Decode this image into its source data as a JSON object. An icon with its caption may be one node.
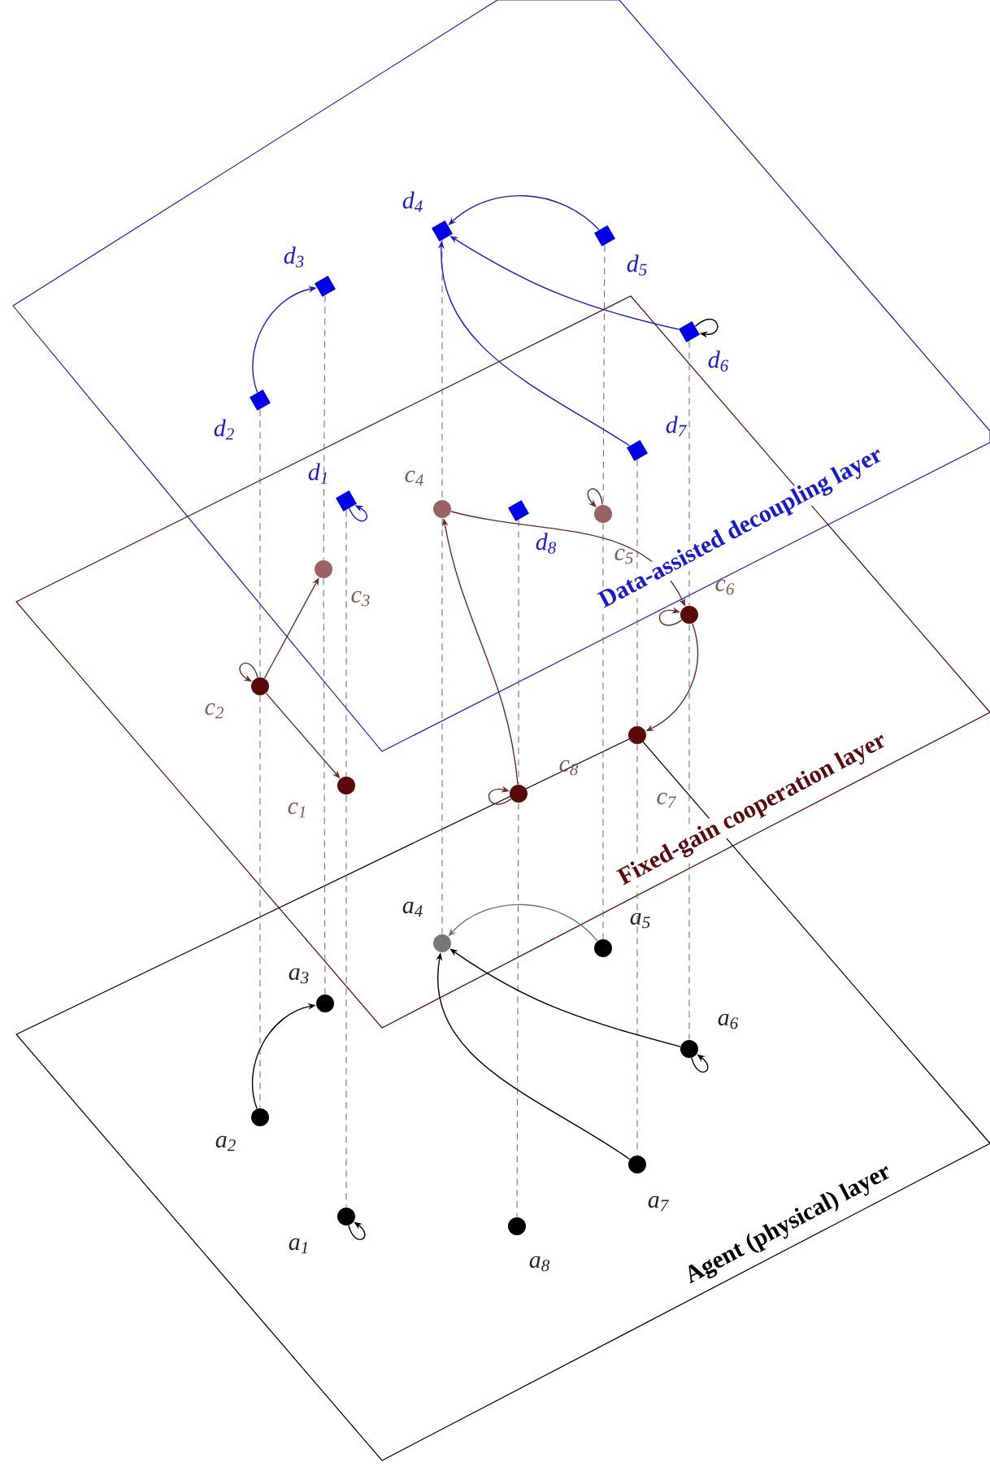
{
  "diagram": {
    "nodes": [
      {
        "text": [],
        "shape": "box",
        "beside": [
          "d$_{1}$"
        ]
      },
      {
        "text": [],
        "shape": "box",
        "beside": [
          "d$_{2}$"
        ]
      },
      {
        "text": [],
        "shape": "box",
        "beside": [
          "d$_{3}$"
        ]
      },
      {
        "text": [],
        "shape": "box",
        "beside": [
          "d$_{4}$"
        ]
      },
      {
        "text": [],
        "shape": "box",
        "beside": [
          "d$_{5}$"
        ]
      },
      {
        "text": [],
        "shape": "box",
        "beside": [
          "d$_{6}$"
        ]
      },
      {
        "text": [],
        "shape": "box",
        "beside": [
          "d$_{7}$"
        ]
      },
      {
        "text": [],
        "shape": "box",
        "beside": [
          "d$_{8}$"
        ]
      },
      {
        "text": [],
        "shape": "circle",
        "beside": [
          "c$_{1}$"
        ]
      },
      {
        "text": [],
        "shape": "circle",
        "beside": [
          "c$_{2}$"
        ]
      },
      {
        "text": [],
        "shape": "circle",
        "beside": [
          "c$_{3}$"
        ]
      },
      {
        "text": [],
        "shape": "circle",
        "beside": [
          "c$_{4}$"
        ]
      },
      {
        "text": [],
        "shape": "circle",
        "beside": [
          "c$_{5}$"
        ]
      },
      {
        "text": [],
        "shape": "circle",
        "beside": [
          "c$_{6}$"
        ]
      },
      {
        "text": [],
        "shape": "circle",
        "beside": [
          "c$_{7}$"
        ]
      },
      {
        "text": [],
        "shape": "circle",
        "beside": [
          "c$_{8}$"
        ]
      },
      {
        "text": [],
        "shape": "circle",
        "beside": [
          "a$_{1}$"
        ]
      },
      {
        "text": [],
        "shape": "circle",
        "beside": [
          "a$_{2}$"
        ]
      },
      {
        "text": [],
        "shape": "circle",
        "beside": [
          "a$_{3}$"
        ]
      },
      {
        "text": [],
        "shape": "circle",
        "beside": [
          "a$_{4}$"
        ]
      },
      {
        "text": [],
        "shape": "circle",
        "beside": [
          "a$_{5}$"
        ]
      },
      {
        "text": [],
        "shape": "circle",
        "beside": [
          "a$_{6}$"
        ]
      },
      {
        "text": [],
        "shape": "circle",
        "beside": [
          "a$_{7}$"
        ]
      },
      {
        "text": [],
        "shape": "circle",
        "beside": [
          "a$_{8}$"
        ]
      }
    ],
    "edges": [
      {
        "from": 0,
        "to": 8,
        "arrow": "none",
        "style": "dashed"
      },
      {
        "from": 8,
        "to": 16,
        "arrow": "none",
        "style": "dashed"
      },
      {
        "from": 1,
        "to": 9,
        "arrow": "none",
        "style": "dashed"
      },
      {
        "from": 9,
        "to": 17,
        "arrow": "none",
        "style": "dashed"
      },
      {
        "from": 2,
        "to": 10,
        "arrow": "none",
        "style": "dashed"
      },
      {
        "from": 10,
        "to": 18,
        "arrow": "none",
        "style": "dashed"
      },
      {
        "from": 3,
        "to": 11,
        "arrow": "none",
        "style": "dashed"
      },
      {
        "from": 11,
        "to": 19,
        "arrow": "none",
        "style": "dashed"
      },
      {
        "from": 4,
        "to": 12,
        "arrow": "none",
        "style": "dashed"
      },
      {
        "from": 12,
        "to": 20,
        "arrow": "none",
        "style": "dashed"
      },
      {
        "from": 5,
        "to": 13,
        "arrow": "none",
        "style": "dashed"
      },
      {
        "from": 13,
        "to": 21,
        "arrow": "none",
        "style": "dashed"
      },
      {
        "from": 6,
        "to": 14,
        "arrow": "none",
        "style": "dashed"
      },
      {
        "from": 14,
        "to": 22,
        "arrow": "none",
        "style": "dashed"
      },
      {
        "from": 7,
        "to": 15,
        "arrow": "none",
        "style": "dashed"
      },
      {
        "from": 15,
        "to": 23,
        "arrow": "none",
        "style": "dashed"
      },
      {
        "from": 1,
        "to": 2,
        "arrow": "to",
        "color": "#1a1ad6"
      },
      {
        "from": 4,
        "to": 3,
        "arrow": "to",
        "color": "#1a1ad6"
      },
      {
        "from": 5,
        "to": 3,
        "arrow": "to",
        "color": "#1a1ad6"
      },
      {
        "from": 6,
        "to": 3,
        "arrow": "to",
        "color": "#1a1ad6"
      },
      {
        "from": 0,
        "to": 0,
        "arrow": "to",
        "color": "#1a1ad6"
      },
      {
        "from": 5,
        "to": 5,
        "arrow": "to",
        "color": "#000000"
      },
      {
        "from": 9,
        "to": 10,
        "arrow": "to",
        "color": "#6b2a2a"
      },
      {
        "from": 9,
        "to": 8,
        "arrow": "to",
        "color": "#6b2a2a"
      },
      {
        "from": 15,
        "to": 11,
        "arrow": "to",
        "color": "#6b2a2a"
      },
      {
        "from": 11,
        "to": 13,
        "arrow": "to",
        "color": "#6b2a2a"
      },
      {
        "from": 13,
        "to": 14,
        "arrow": "to",
        "color": "#6b2a2a"
      },
      {
        "from": 9,
        "to": 9,
        "arrow": "to",
        "color": "#6b2a2a"
      },
      {
        "from": 12,
        "to": 12,
        "arrow": "to",
        "color": "#6b2a2a"
      },
      {
        "from": 13,
        "to": 13,
        "arrow": "to",
        "color": "#6b2a2a"
      },
      {
        "from": 15,
        "to": 15,
        "arrow": "to",
        "color": "#6b2a2a"
      },
      {
        "from": 17,
        "to": 18,
        "arrow": "to",
        "color": "#000000"
      },
      {
        "from": 20,
        "to": 19,
        "arrow": "to",
        "color": "#707070"
      },
      {
        "from": 21,
        "to": 19,
        "arrow": "to",
        "color": "#000000"
      },
      {
        "from": 22,
        "to": 19,
        "arrow": "to",
        "color": "#000000"
      },
      {
        "from": 16,
        "to": 16,
        "arrow": "to",
        "color": "#000000"
      },
      {
        "from": 21,
        "to": 21,
        "arrow": "to",
        "color": "#000000"
      }
    ],
    "labels": [
      "Data-assisted decoupling layer",
      "Fixed-gain cooperation layer",
      "Agent (physical) layer"
    ]
  }
}
